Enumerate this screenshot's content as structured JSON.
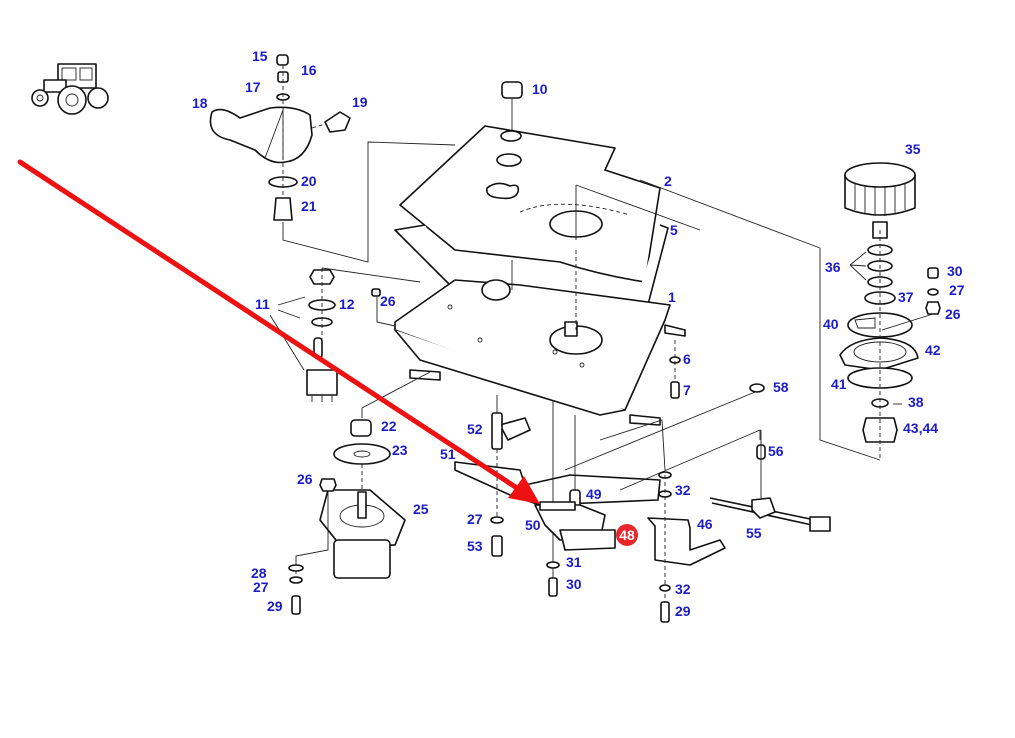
{
  "diagram": {
    "type": "exploded parts diagram",
    "subject": "tractor control panel / switch assembly",
    "label_color": "#1d1dc8",
    "highlight_color": "#e8262b",
    "arrow_color": "#ee1111",
    "highlighted_part": "48",
    "thumbnail": "tractor-icon",
    "labels": [
      {
        "id": "15",
        "text": "15"
      },
      {
        "id": "16",
        "text": "16"
      },
      {
        "id": "17",
        "text": "17"
      },
      {
        "id": "18",
        "text": "18"
      },
      {
        "id": "19",
        "text": "19"
      },
      {
        "id": "20",
        "text": "20"
      },
      {
        "id": "21",
        "text": "21"
      },
      {
        "id": "10",
        "text": "10"
      },
      {
        "id": "2",
        "text": "2"
      },
      {
        "id": "5",
        "text": "5"
      },
      {
        "id": "1",
        "text": "1"
      },
      {
        "id": "6",
        "text": "6"
      },
      {
        "id": "7",
        "text": "7"
      },
      {
        "id": "11",
        "text": "11"
      },
      {
        "id": "12",
        "text": "12"
      },
      {
        "id": "26a",
        "text": "26"
      },
      {
        "id": "22",
        "text": "22"
      },
      {
        "id": "23",
        "text": "23"
      },
      {
        "id": "26b",
        "text": "26"
      },
      {
        "id": "25",
        "text": "25"
      },
      {
        "id": "28",
        "text": "28"
      },
      {
        "id": "27a",
        "text": "27"
      },
      {
        "id": "29a",
        "text": "29"
      },
      {
        "id": "52",
        "text": "52"
      },
      {
        "id": "51",
        "text": "51"
      },
      {
        "id": "27b",
        "text": "27"
      },
      {
        "id": "53",
        "text": "53"
      },
      {
        "id": "50",
        "text": "50"
      },
      {
        "id": "49",
        "text": "49"
      },
      {
        "id": "31",
        "text": "31"
      },
      {
        "id": "30a",
        "text": "30"
      },
      {
        "id": "32a",
        "text": "32"
      },
      {
        "id": "46",
        "text": "46"
      },
      {
        "id": "32b",
        "text": "32"
      },
      {
        "id": "29b",
        "text": "29"
      },
      {
        "id": "58",
        "text": "58"
      },
      {
        "id": "56",
        "text": "56"
      },
      {
        "id": "55",
        "text": "55"
      },
      {
        "id": "35",
        "text": "35"
      },
      {
        "id": "36",
        "text": "36"
      },
      {
        "id": "37",
        "text": "37"
      },
      {
        "id": "30b",
        "text": "30"
      },
      {
        "id": "27c",
        "text": "27"
      },
      {
        "id": "26c",
        "text": "26"
      },
      {
        "id": "40",
        "text": "40"
      },
      {
        "id": "42",
        "text": "42"
      },
      {
        "id": "41",
        "text": "41"
      },
      {
        "id": "38",
        "text": "38"
      },
      {
        "id": "43_44",
        "text": "43,44"
      }
    ],
    "highlight_label": "48"
  }
}
